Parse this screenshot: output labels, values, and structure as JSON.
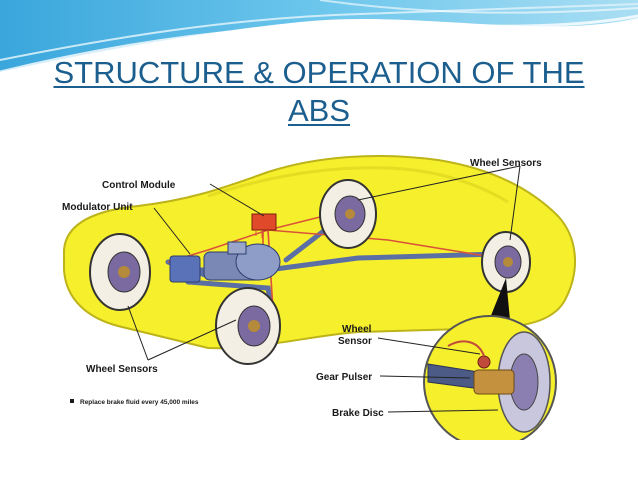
{
  "slide": {
    "title_line1": "STRUCTURE & OPERATION OF THE",
    "title_line2": "ABS"
  },
  "diagram": {
    "labels": {
      "control_module": "Control Module",
      "modulator_unit": "Modulator Unit",
      "wheel_sensors_top": "Wheel Sensors",
      "wheel_sensors_bottom": "Wheel Sensors",
      "wheel_sensor_line1": "Wheel",
      "wheel_sensor_line2": "Sensor",
      "gear_pulser": "Gear Pulser",
      "brake_disc": "Brake Disc"
    },
    "footnote": "Replace brake fluid every 45,000 miles"
  },
  "colors": {
    "title": "#1c5f8f",
    "car_body": "#f6ef2c",
    "wave": "#59b9e6",
    "brake_line": "#5c6fa5",
    "wire": "#d9533a",
    "control_module": "#e04a2a"
  }
}
